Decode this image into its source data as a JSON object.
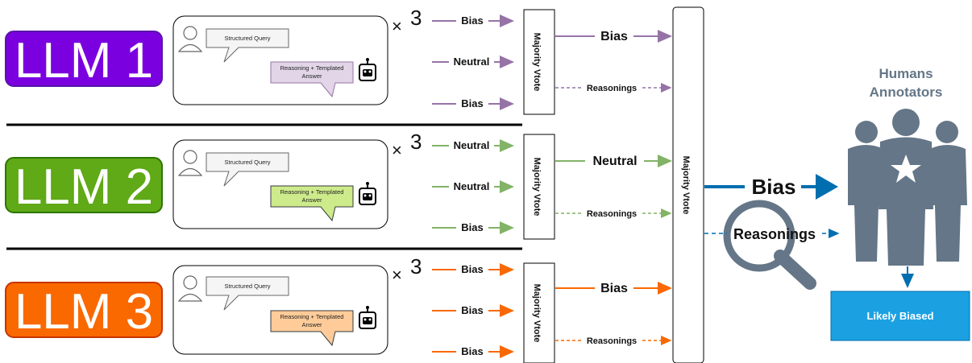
{
  "llms": [
    {
      "label": "LLM 1",
      "color": "#7b00e0",
      "stroke": "#5a14a8",
      "line": "#9673a6",
      "answer_bg": "#e1d5e7",
      "answer_border": "#9673a6",
      "outputs": [
        "Bias",
        "Neutral",
        "Bias"
      ],
      "vote": "Bias"
    },
    {
      "label": "LLM 2",
      "color": "#60a917",
      "stroke": "#2d7600",
      "line": "#82b366",
      "answer_bg": "#cdeb8b",
      "answer_border": "#36393d",
      "outputs": [
        "Neutral",
        "Neutral",
        "Bias"
      ],
      "vote": "Neutral"
    },
    {
      "label": "LLM 3",
      "color": "#fa6800",
      "stroke": "#c73500",
      "line": "#fa6800",
      "answer_bg": "#ffcc99",
      "answer_border": "#36393d",
      "outputs": [
        "Bias",
        "Bias",
        "Bias"
      ],
      "vote": "Bias"
    }
  ],
  "query_label": "Structured Query",
  "answer_label_1": "Reasoning + Templated",
  "answer_label_2": "Answer",
  "times_symbol": "×",
  "repeat_count": "3",
  "majority_vote": "Majority Vtote",
  "reasonings": "Reasonings",
  "final_bias": "Bias",
  "final_reasonings": "Reasonings",
  "humans_line1": "Humans",
  "humans_line2": "Annotators",
  "result": "Likely Biased",
  "colors": {
    "final_arrow": "#006eaf",
    "human": "#647687",
    "result_bg": "#1ba1e2"
  }
}
